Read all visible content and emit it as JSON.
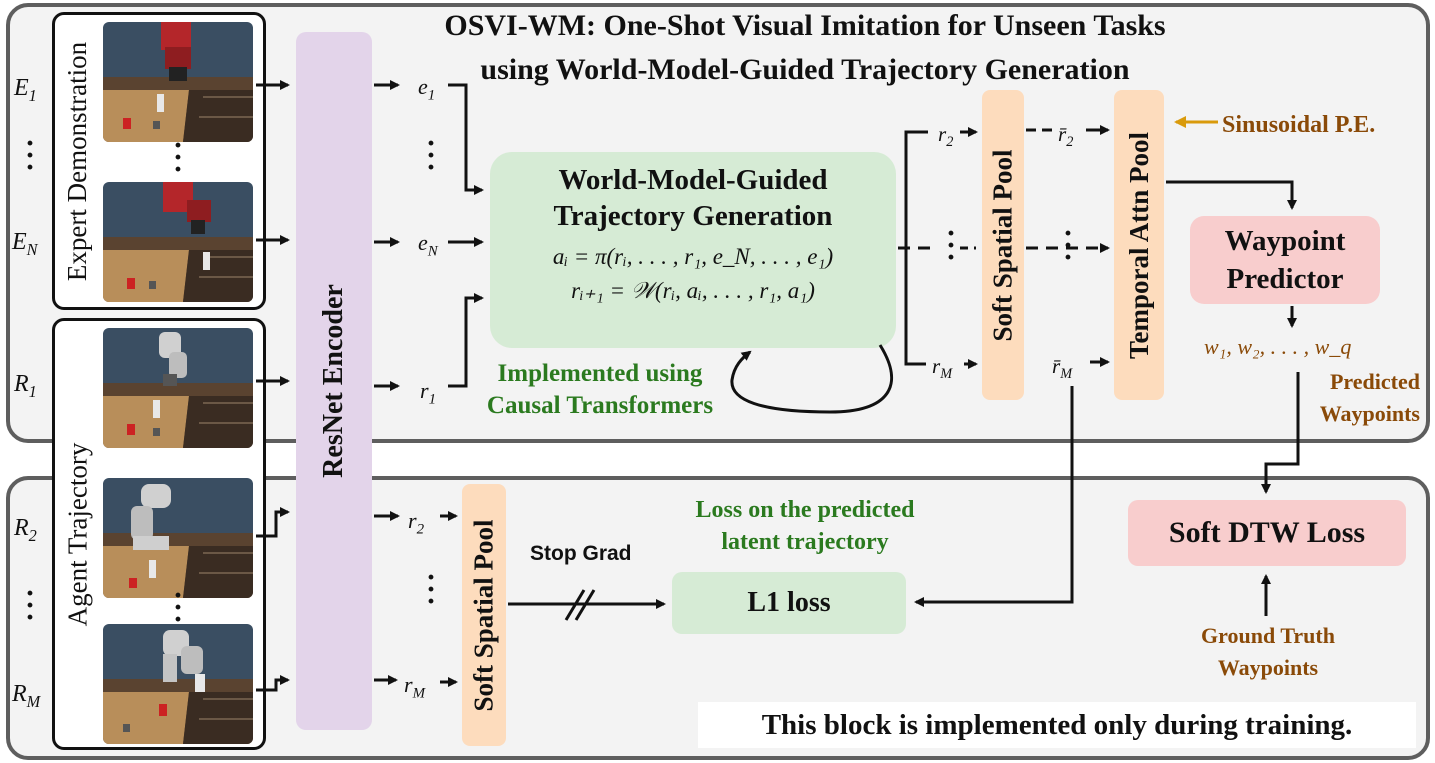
{
  "title": {
    "line1": "OSVI-WM: One-Shot Visual Imitation for Unseen Tasks",
    "line2": "using World-Model-Guided Trajectory Generation"
  },
  "left": {
    "expert_label": "Expert Demonstration",
    "agent_label": "Agent Trajectory",
    "e1": "E",
    "e1_sub": "1",
    "en": "E",
    "en_sub": "N",
    "r1": "R",
    "r1_sub": "1",
    "r2": "R",
    "r2_sub": "2",
    "rm": "R",
    "rm_sub": "M"
  },
  "encoder": {
    "label": "ResNet Encoder"
  },
  "embeddings": {
    "e1": "e",
    "e1_sub": "1",
    "en": "e",
    "en_sub": "N",
    "r1": "r",
    "r1_sub": "1",
    "r2": "r",
    "r2_sub": "2",
    "rm": "r",
    "rm_sub": "M"
  },
  "world_model": {
    "title_line1": "World-Model-Guided",
    "title_line2": "Trajectory Generation",
    "eq1": "aᵢ = π(rᵢ, . . . , r₁, e_N, . . . , e₁)",
    "eq2": "rᵢ₊₁ = 𝒲(rᵢ, aᵢ, . . . , r₁, a₁)",
    "note_line1": "Implemented using",
    "note_line2": "Causal Transformers"
  },
  "top_pipeline": {
    "r2": "r",
    "r2_sub": "2",
    "rm": "r",
    "rm_sub": "M",
    "rbar2": "r̄",
    "rbar2_sub": "2",
    "rbarm": "r̄",
    "rbarm_sub": "M",
    "soft_spatial_pool": "Soft Spatial Pool",
    "temporal_attn_pool": "Temporal Attn Pool",
    "sinusoidal_pe": "Sinusoidal P.E.",
    "waypoint_predictor_line1": "Waypoint",
    "waypoint_predictor_line2": "Predictor",
    "waypoints_math": "w₁, w₂, . . . , w_q",
    "predicted_line1": "Predicted",
    "predicted_line2": "Waypoints"
  },
  "bottom": {
    "soft_spatial_pool": "Soft Spatial Pool",
    "stop_grad": "Stop Grad",
    "loss_note_line1": "Loss on the predicted",
    "loss_note_line2": "latent trajectory",
    "l1_loss": "L1 loss",
    "soft_dtw_loss": "Soft DTW Loss",
    "gt_line1": "Ground Truth",
    "gt_line2": "Waypoints",
    "training_note": "This block is implemented only during training."
  },
  "colors": {
    "encoder": "#e3d4ea",
    "pool": "#fddcbd",
    "world_model": "#d6ebd5",
    "predictor": "#f8cdcd",
    "green_text": "#2b7a1f",
    "brown_text": "#8a4a08",
    "pe_arrow": "#d99a0b"
  }
}
